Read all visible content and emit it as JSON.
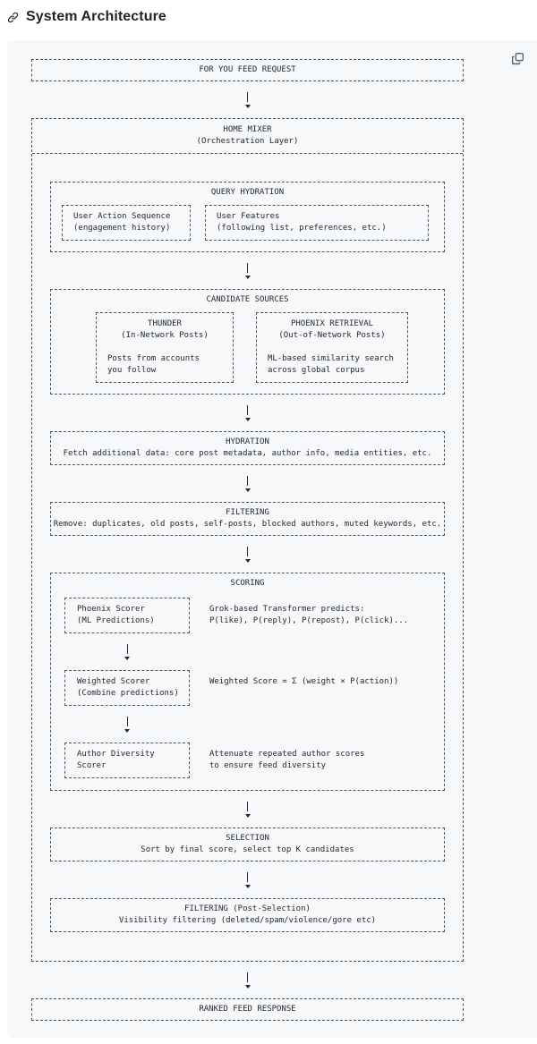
{
  "page": {
    "title": "System Architecture"
  },
  "icons": {
    "heading_anchor": "link-icon",
    "copy_button": "copy-icon",
    "flow_arrow_head": "triangle-down-icon"
  },
  "colors": {
    "page_bg": "#ffffff",
    "code_block_bg": "#f6f8fa",
    "diagram_line": "#4c545c",
    "text": "#24292f",
    "icon_muted": "#59636e"
  },
  "diagram": {
    "request": "FOR YOU FEED REQUEST",
    "home_mixer": {
      "title": "HOME MIXER",
      "subtitle": "(Orchestration Layer)",
      "query_hydration": {
        "title": "QUERY HYDRATION",
        "boxes": [
          {
            "lines": [
              "User Action Sequence",
              "(engagement history)"
            ]
          },
          {
            "lines": [
              "User Features",
              "(following list, preferences, etc.)"
            ]
          }
        ]
      },
      "candidate_sources": {
        "title": "CANDIDATE SOURCES",
        "boxes": [
          {
            "heading": [
              "THUNDER",
              "(In-Network Posts)"
            ],
            "body": [
              "Posts from accounts",
              "you follow"
            ]
          },
          {
            "heading": [
              "PHOENIX RETRIEVAL",
              "(Out-of-Network Posts)"
            ],
            "body": [
              "ML-based similarity search",
              "across global corpus"
            ]
          }
        ]
      },
      "hydration": {
        "title": "HYDRATION",
        "line": "Fetch additional data: core post metadata, author info, media entities, etc."
      },
      "filtering": {
        "title": "FILTERING",
        "line": "Remove: duplicates, old posts, self-posts, blocked authors, muted keywords, etc."
      },
      "scoring": {
        "title": "SCORING",
        "steps": [
          {
            "box": [
              "Phoenix Scorer",
              "(ML Predictions)"
            ],
            "note": [
              "Grok-based Transformer predicts:",
              "P(like), P(reply), P(repost), P(click)..."
            ]
          },
          {
            "box": [
              "Weighted Scorer",
              "(Combine predictions)"
            ],
            "note": [
              "Weighted Score = Σ (weight × P(action))"
            ]
          },
          {
            "box": [
              "Author Diversity",
              "Scorer"
            ],
            "note": [
              "Attenuate repeated author scores",
              "to ensure feed diversity"
            ]
          }
        ]
      },
      "selection": {
        "title": "SELECTION",
        "line": "Sort by final score, select top K candidates"
      },
      "post_selection": {
        "title": "FILTERING (Post-Selection)",
        "line": "Visibility filtering (deleted/spam/violence/gore etc)"
      }
    },
    "response": "RANKED FEED RESPONSE"
  }
}
